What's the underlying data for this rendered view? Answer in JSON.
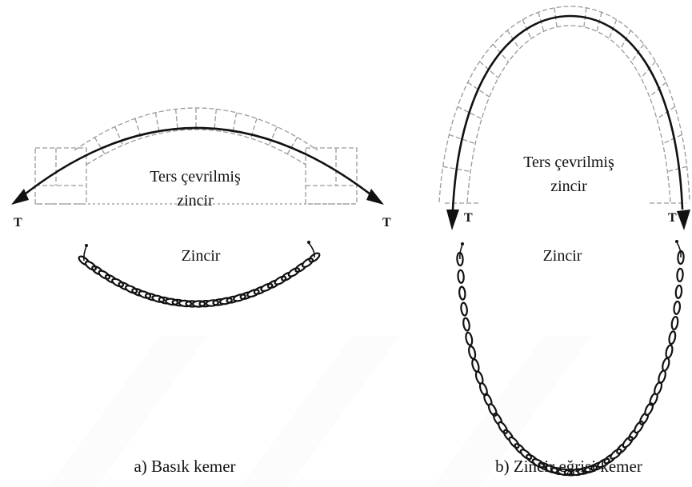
{
  "panel_a": {
    "arch_label_line1": "Ters çevrilmiş",
    "arch_label_line2": "zincir",
    "chain_label": "Zincir",
    "caption": "a) Basık kemer",
    "support_symbol": "T"
  },
  "panel_b": {
    "arch_label_line1": "Ters çevrilmiş",
    "arch_label_line2": "zincir",
    "chain_label": "Zincir",
    "caption": "b) Zincir eğrisi kemer",
    "support_symbol": "T"
  },
  "colors": {
    "ink": "#111111",
    "masonry": "#9a9a9a",
    "watermark": "#cfcfcf"
  }
}
